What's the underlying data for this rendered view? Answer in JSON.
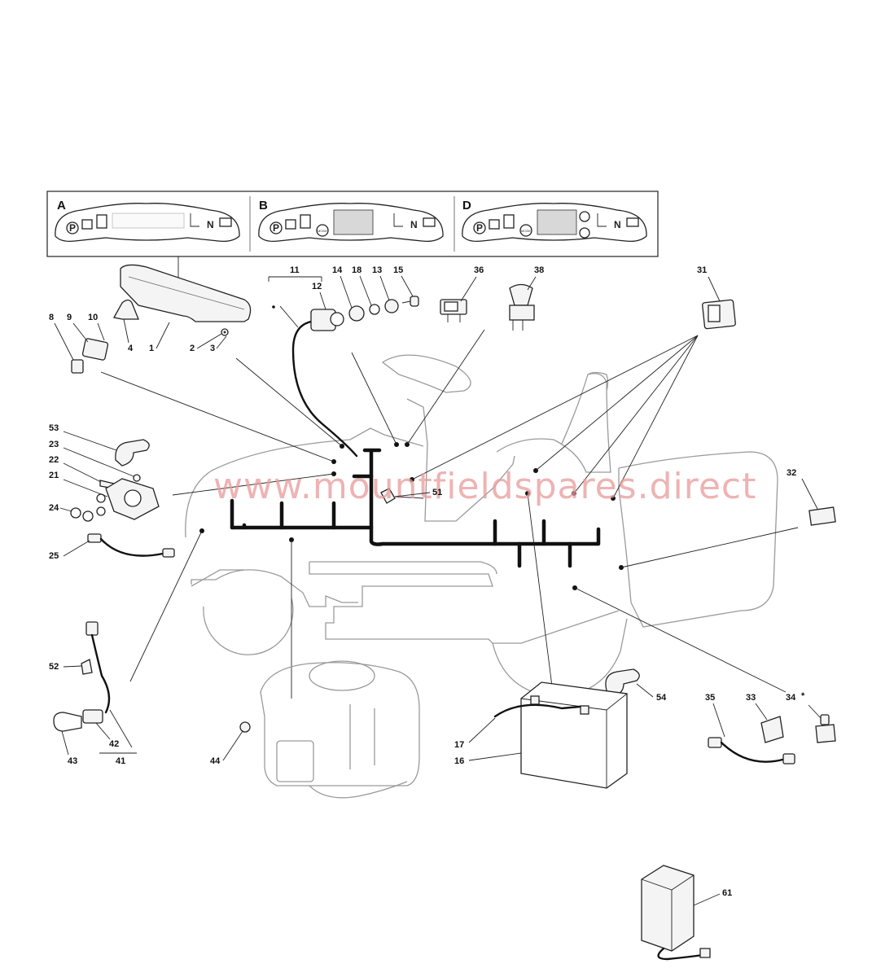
{
  "panels": [
    {
      "letter": "A",
      "neutral": "N"
    },
    {
      "letter": "B",
      "neutral": "N",
      "mode": "MODE"
    },
    {
      "letter": "D",
      "neutral": "N",
      "mode": "MODE"
    }
  ],
  "park_symbol": "P",
  "labels": {
    "p1": "1",
    "p2": "2",
    "p3": "3",
    "p4": "4",
    "p8": "8",
    "p9": "9",
    "p10": "10",
    "p11": "11",
    "p12": "12",
    "p13": "13",
    "p14": "14",
    "p15": "15",
    "p16": "16",
    "p17": "17",
    "p18": "18",
    "p21": "21",
    "p22": "22",
    "p23": "23",
    "p24": "24",
    "p25": "25",
    "p31": "31",
    "p32": "32",
    "p33": "33",
    "p34": "34",
    "p34_mark": "*",
    "p35": "35",
    "p36": "36",
    "p38": "38",
    "p41": "41",
    "p42": "42",
    "p43": "43",
    "p44": "44",
    "p51": "51",
    "p52": "52",
    "p53": "53",
    "p54": "54",
    "p61": "61"
  },
  "watermark": "www.mountfieldspares.direct",
  "colors": {
    "watermark": "#e89a9a",
    "ink": "#111111",
    "ghost_outline": "#9a9a9a"
  }
}
